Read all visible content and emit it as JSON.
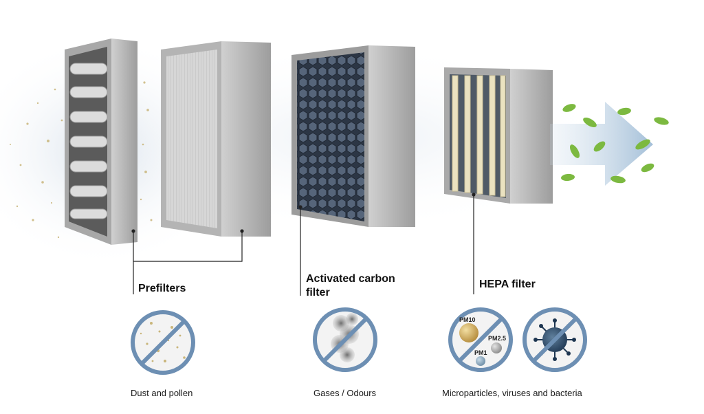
{
  "labels": {
    "prefilters": "Prefilters",
    "carbon_line1": "Activated carbon",
    "carbon_line2": "filter",
    "hepa": "HEPA filter"
  },
  "captions": {
    "dust": "Dust and pollen",
    "gases": "Gases / Odours",
    "micro": "Microparticles, viruses and bacteria"
  },
  "particles": {
    "pm10": "PM10",
    "pm25": "PM2.5",
    "pm1": "PM1"
  },
  "colors": {
    "frame": "#b9b9b9",
    "frame_dark": "#8f8f8f",
    "carbon_mesh": "#3d4a5c",
    "hepa_pleat": "#eae2c0",
    "prohibit_ring": "#6d8fb3",
    "leaf": "#7cb940",
    "arrow": "#a9c4dd",
    "dust": "#c9b57a"
  }
}
